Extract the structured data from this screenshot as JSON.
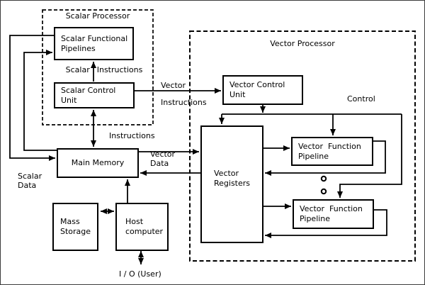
{
  "regions": {
    "scalar_processor": {
      "title": "Scalar Processor"
    },
    "vector_processor": {
      "title": "Vector Processor"
    }
  },
  "boxes": {
    "scalar_functional_pipelines": {
      "label": "Scalar Functional\nPipelines"
    },
    "scalar_control_unit": {
      "label": "Scalar Control\nUnit"
    },
    "vector_control_unit": {
      "label": "Vector Control\nUnit"
    },
    "main_memory": {
      "label": "Main Memory"
    },
    "vector_registers": {
      "label": "Vector\nRegisters"
    },
    "vector_function_pipeline_top": {
      "label": "Vector  Function\nPipeline"
    },
    "vector_function_pipeline_bottom": {
      "label": "Vector  Function\nPipeline"
    },
    "mass_storage": {
      "label": "Mass\nStorage"
    },
    "host_computer": {
      "label": "Host\ncomputer"
    }
  },
  "edge_labels": {
    "scalar_instructions": {
      "word1": "Scalar",
      "word2": "Instructions"
    },
    "vector_instructions": {
      "line1": "Vector",
      "line2": "Instructions"
    },
    "instructions": "Instructions",
    "vector_data": "Vector\nData",
    "scalar_data": "Scalar\nData",
    "control": "Control",
    "io_user": "I / O (User)"
  },
  "colors": {
    "line": "#000000",
    "text": "#000000",
    "background": "#ffffff",
    "frame": "#3c3c3c"
  }
}
